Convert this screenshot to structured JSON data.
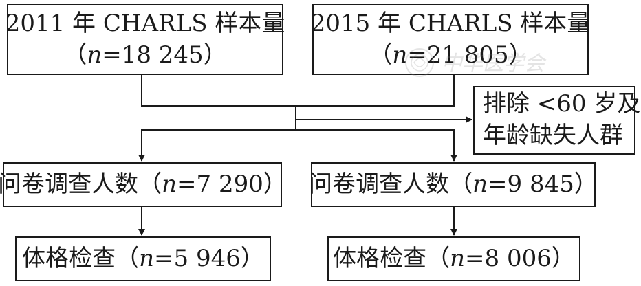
{
  "boxes": {
    "sample_2011": {
      "line1": "2011 年 CHARLS 样本量",
      "n_label": "n",
      "n_value": "=18 245"
    },
    "sample_2015": {
      "line1": "2015 年 CHARLS 样本量",
      "n_label": "n",
      "n_value": "=21 805"
    },
    "exclusion": {
      "line1": "排除 <60 岁及",
      "line2": "年龄缺失人群"
    },
    "questionnaire_2011": {
      "label": "问卷调查人数",
      "n_label": "n",
      "n_value": "=7 290"
    },
    "questionnaire_2015": {
      "label": "问卷调查人数",
      "n_label": "n",
      "n_value": "=9 845"
    },
    "exam_2011": {
      "label": "体格检查",
      "n_label": "n",
      "n_value": "=5 946"
    },
    "exam_2015": {
      "label": "体格检查",
      "n_label": "n",
      "n_value": "=8 006"
    }
  },
  "punctuation": {
    "open_paren": "（",
    "close_paren": "）"
  },
  "watermark_text": "中华医学会"
}
